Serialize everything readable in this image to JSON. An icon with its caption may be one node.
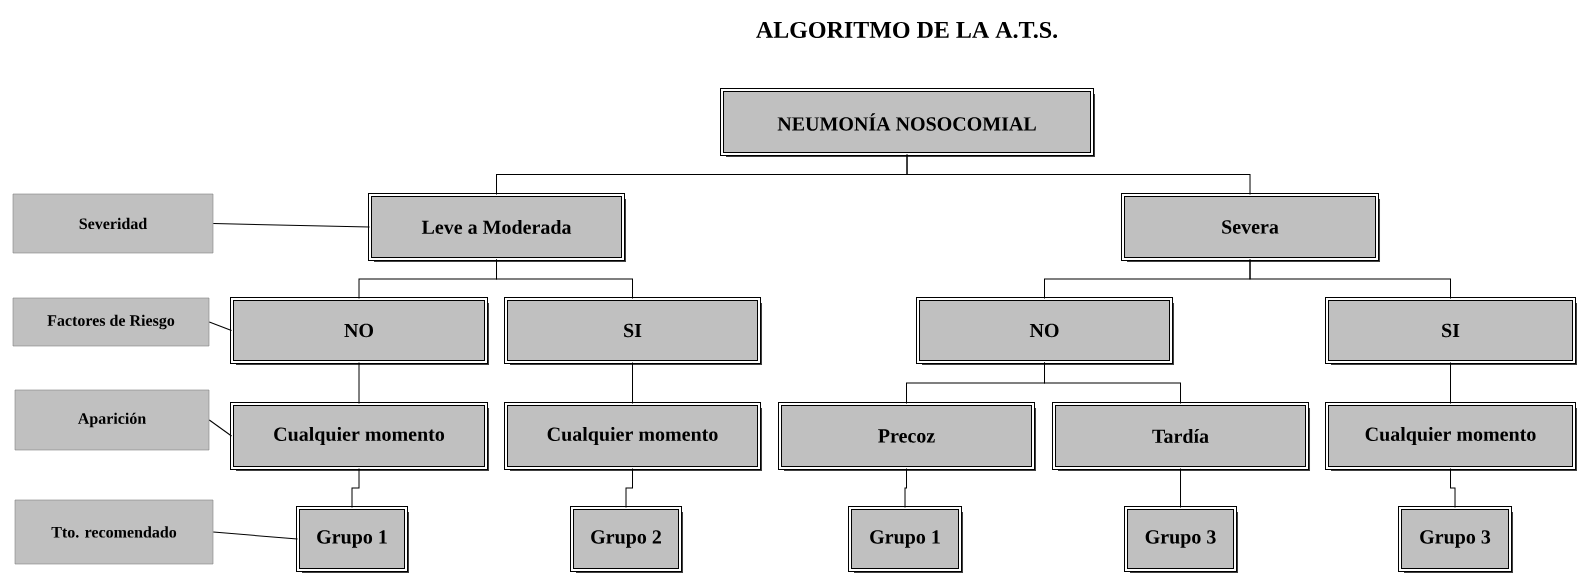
{
  "diagram": {
    "title": "ALGORITMO DE LA A.T.S.",
    "nodes": [
      {
        "text": [
          "NEUMONÍA NOSOCOMIAL"
        ]
      },
      {
        "text": [
          "Leve a Moderada"
        ]
      },
      {
        "text": [
          "Severa"
        ]
      },
      {
        "text": [
          "NO"
        ]
      },
      {
        "text": [
          "SI"
        ]
      },
      {
        "text": [
          "NO"
        ]
      },
      {
        "text": [
          "SI"
        ]
      },
      {
        "text": [
          "Cualquier momento"
        ]
      },
      {
        "text": [
          "Cualquier momento"
        ]
      },
      {
        "text": [
          "Precoz"
        ]
      },
      {
        "text": [
          "Tardía"
        ]
      },
      {
        "text": [
          "Cualquier momento"
        ]
      },
      {
        "text": [
          "Grupo 1"
        ]
      },
      {
        "text": [
          "Grupo 2"
        ]
      },
      {
        "text": [
          "Grupo 1"
        ]
      },
      {
        "text": [
          "Grupo 3"
        ]
      },
      {
        "text": [
          "Grupo 3"
        ]
      },
      {
        "text": [
          "Severidad"
        ]
      },
      {
        "text": [
          "Factores de Riesgo"
        ]
      },
      {
        "text": [
          "Aparición"
        ]
      },
      {
        "text": [
          "Tto. recomendado"
        ]
      }
    ],
    "edges": [
      {
        "from": 0,
        "to": 1,
        "arrow": "none"
      },
      {
        "from": 0,
        "to": 2,
        "arrow": "none"
      },
      {
        "from": 1,
        "to": 3,
        "arrow": "none"
      },
      {
        "from": 1,
        "to": 4,
        "arrow": "none"
      },
      {
        "from": 2,
        "to": 5,
        "arrow": "none"
      },
      {
        "from": 2,
        "to": 6,
        "arrow": "none"
      },
      {
        "from": 3,
        "to": 7,
        "arrow": "none"
      },
      {
        "from": 4,
        "to": 8,
        "arrow": "none"
      },
      {
        "from": 5,
        "to": 9,
        "arrow": "none"
      },
      {
        "from": 5,
        "to": 10,
        "arrow": "none"
      },
      {
        "from": 6,
        "to": 11,
        "arrow": "none"
      },
      {
        "from": 7,
        "to": 12,
        "arrow": "none"
      },
      {
        "from": 8,
        "to": 13,
        "arrow": "none"
      },
      {
        "from": 9,
        "to": 14,
        "arrow": "none"
      },
      {
        "from": 10,
        "to": 15,
        "arrow": "none"
      },
      {
        "from": 11,
        "to": 16,
        "arrow": "none"
      },
      {
        "from": 17,
        "to": 1,
        "arrow": "none"
      },
      {
        "from": 18,
        "to": 3,
        "arrow": "none"
      },
      {
        "from": 19,
        "to": 7,
        "arrow": "none"
      },
      {
        "from": 20,
        "to": 12,
        "arrow": "none"
      }
    ]
  }
}
